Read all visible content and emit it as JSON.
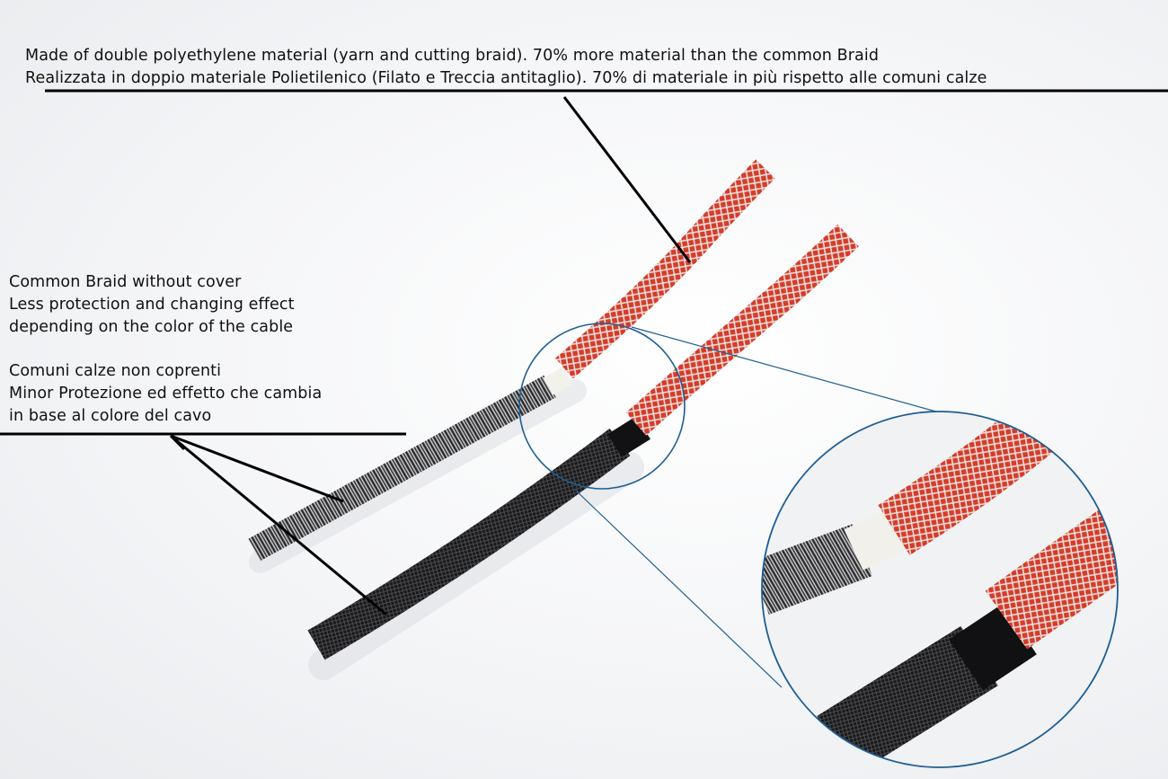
{
  "annotations": {
    "top": {
      "line1": "Made of double polyethylene material (yarn and cutting braid). 70% more material than the common Braid",
      "line2": "Realizzata in doppio materiale Polietilenico (Filato e Treccia antitaglio). 70% di materiale in più rispetto alle comuni calze"
    },
    "left_en": {
      "line1": "Common Braid without cover",
      "line2": "Less protection and changing effect",
      "line3": "depending on the color of the cable"
    },
    "left_it": {
      "line1": "Comuni calze non coprenti",
      "line2": "Minor Protezione ed effetto che cambia",
      "line3": "in base al colore del cavo"
    }
  },
  "colors": {
    "red_braid": "#d8412c",
    "black_braid": "#1c1c1e",
    "grey_braid": "#5a5a5c",
    "zoom_circle": "#1d5e93",
    "leader_line": "#000000"
  }
}
